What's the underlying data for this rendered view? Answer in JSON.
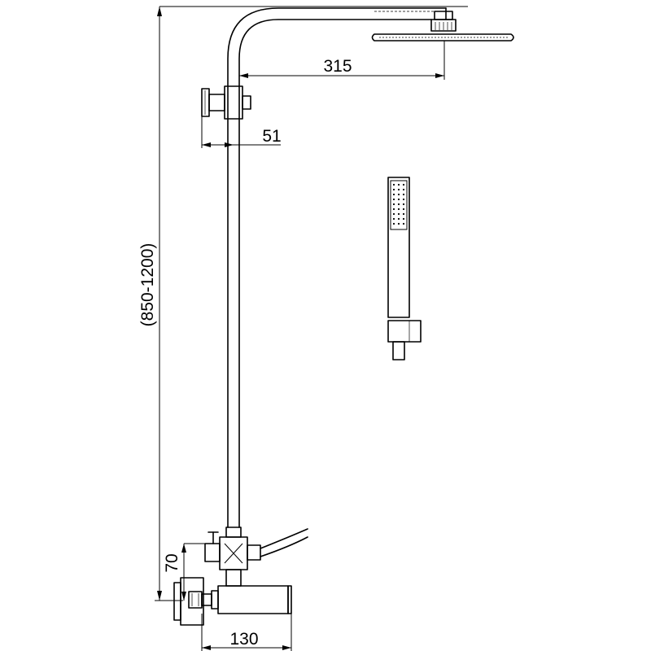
{
  "drawing": {
    "line_color": "#000000",
    "background": "#ffffff"
  },
  "dimensions": {
    "overall_height": "(850-1200)",
    "head_reach": "315",
    "bracket_offset": "51",
    "valve_height": "70",
    "valve_depth": "130"
  }
}
